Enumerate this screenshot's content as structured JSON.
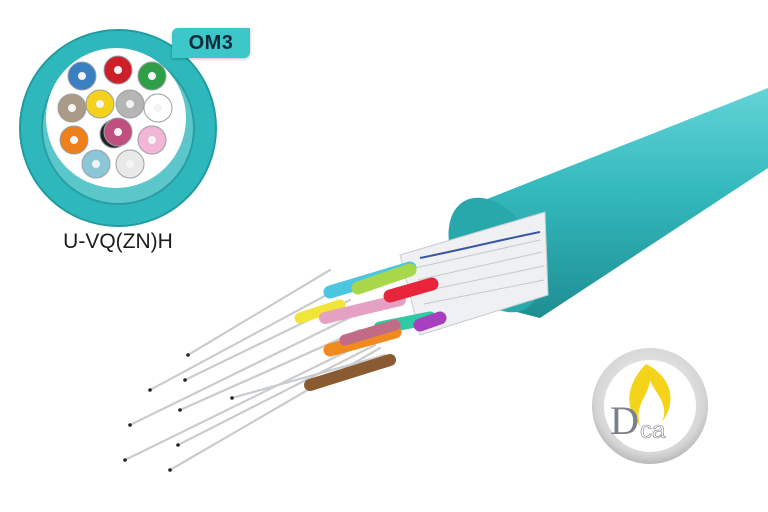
{
  "badge": {
    "label": "OM3"
  },
  "cable": {
    "code": "U-VQ(ZN)H",
    "jacket_color": "#2fb7bb"
  },
  "cross_section": {
    "fiber_colors": [
      "#3a7fc2",
      "#cc1f2a",
      "#2e9e47",
      "#a99b86",
      "#f3d11c",
      "#b5b5b5",
      "#ffffff",
      "#ef7f1a",
      "#222222",
      "#e9e9e9",
      "#c04f7e",
      "#8cc7d8",
      "#f4b6d6"
    ]
  },
  "fire_badge": {
    "class_letter": "D",
    "class_suffix": "ca",
    "flame_color": "#f5d31b"
  }
}
